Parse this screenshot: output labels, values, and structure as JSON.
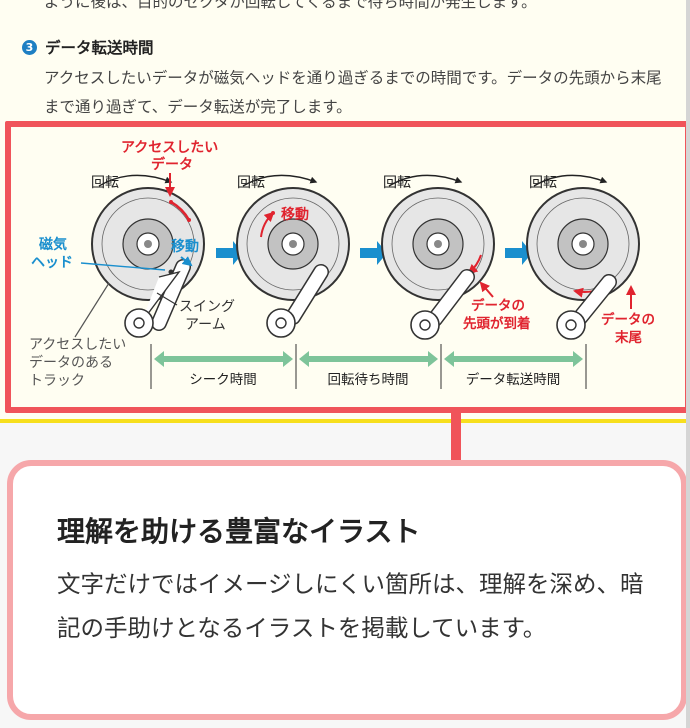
{
  "prev_section": {
    "partial_text": "ように後は、目的のセクタが回転してくるまで待ち時間が発生します。"
  },
  "section3": {
    "number": "3",
    "title": "データ転送時間",
    "body": "アクセスしたいデータが磁気ヘッドを通り過ぎるまでの時間です。データの先頭から末尾まで通り過ぎて、データ転送が完了します。"
  },
  "figure": {
    "rotation_label": "回転",
    "access_data_label_1": "アクセスしたい",
    "access_data_label_2": "データ",
    "magnetic_head_label_1": "磁気",
    "magnetic_head_label_2": "ヘッド",
    "move_label": "移動",
    "swing_arm_label_1": "スイング",
    "swing_arm_label_2": "アーム",
    "track_label_1": "アクセスしたい",
    "track_label_2": "データのある",
    "track_label_3": "トラック",
    "data_head_label_1": "データの",
    "data_head_label_2": "先頭が到着",
    "data_tail_label_1": "データの",
    "data_tail_label_2": "末尾",
    "phases": [
      "シーク時間",
      "回転待ち時間",
      "データ転送時間"
    ],
    "colors": {
      "red": "#e0242f",
      "blue": "#1a8fce",
      "green": "#7ec49a",
      "frame": "#f0545a"
    }
  },
  "callout": {
    "title": "理解を助ける豊富なイラスト",
    "body": "文字だけではイメージしにくい箇所は、理解を深め、暗記の手助けとなるイラストを掲載しています。"
  }
}
